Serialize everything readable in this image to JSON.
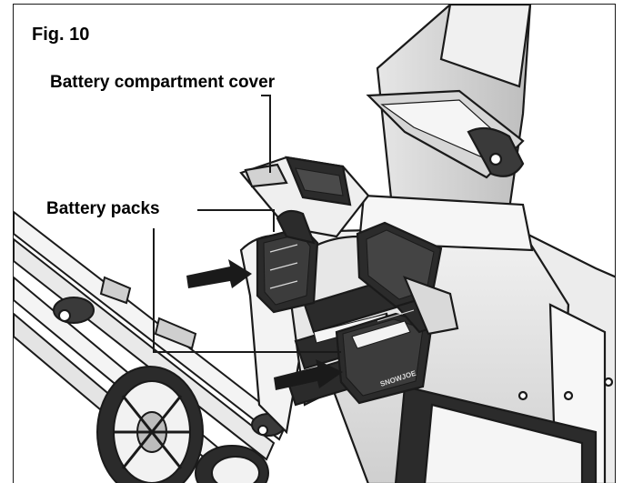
{
  "figure": {
    "fig_label": "Fig. 10",
    "callouts": {
      "cover": "Battery compartment cover",
      "packs": "Battery packs"
    },
    "battery_brand_text": "SNOWJOE"
  },
  "colors": {
    "line": "#1a1a1a",
    "shade_dark": "#2b2b2b",
    "shade_mid": "#9a9a9a",
    "shade_light": "#d9d9d9",
    "background": "#ffffff"
  },
  "icons": [
    "arrow-right-icon",
    "arrow-right-icon"
  ]
}
